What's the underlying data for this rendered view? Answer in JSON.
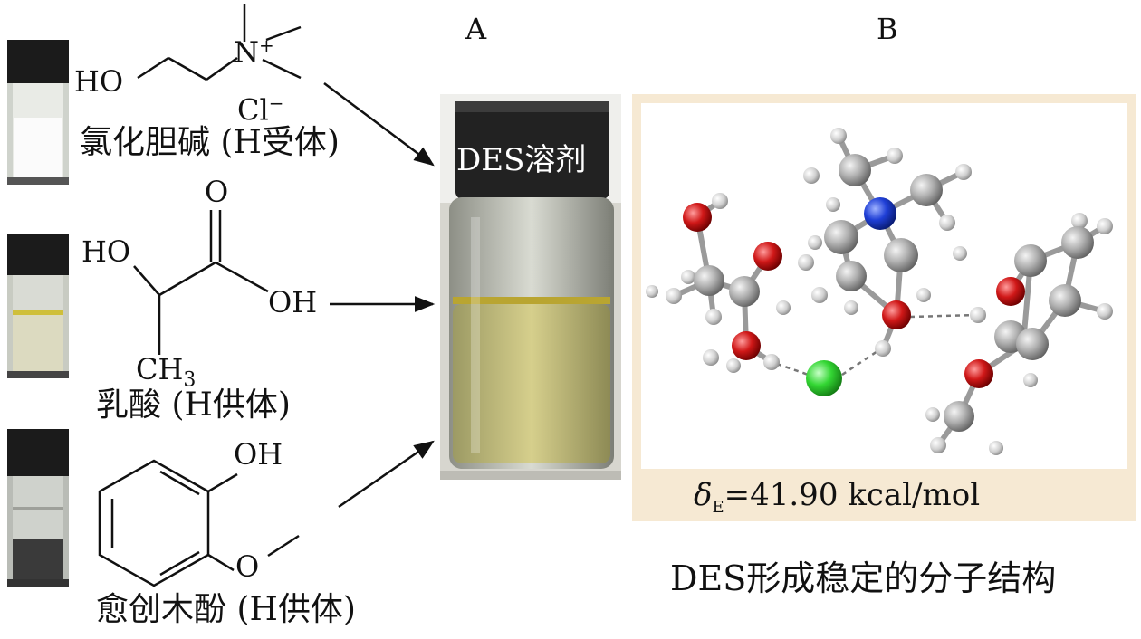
{
  "panels": {
    "a_label": "A",
    "b_label": "B"
  },
  "reagents": [
    {
      "name": "氯化胆碱 (H受体)",
      "role": "H受体"
    },
    {
      "name": "乳酸 (H供体)",
      "role": "H供体"
    },
    {
      "name": "愈创木酚 (H供体)",
      "role": "H供体"
    }
  ],
  "structures": {
    "choline": {
      "ho": "HO",
      "n": "N",
      "charge_plus": "+",
      "cl": "Cl",
      "charge_minus": "−"
    },
    "lactic": {
      "o": "O",
      "ho": "HO",
      "oh": "OH",
      "ch": "CH",
      "sub3": "3"
    },
    "guaiacol": {
      "oh": "OH",
      "o": "O"
    }
  },
  "solvent_label": "DES溶剂",
  "energy": {
    "delta": "δ",
    "sub": "E",
    "value": "=41.90 kcal/mol"
  },
  "caption": "DES形成稳定的分子结构",
  "colors": {
    "oxygen": "#d01818",
    "nitrogen": "#1f3fd6",
    "chlorine": "#33d633",
    "carbon": "#a7a7a7",
    "hydrogen": "#d8d8d8",
    "panel_bg": "#f6e9d3",
    "liquid": "#c9c07a"
  }
}
